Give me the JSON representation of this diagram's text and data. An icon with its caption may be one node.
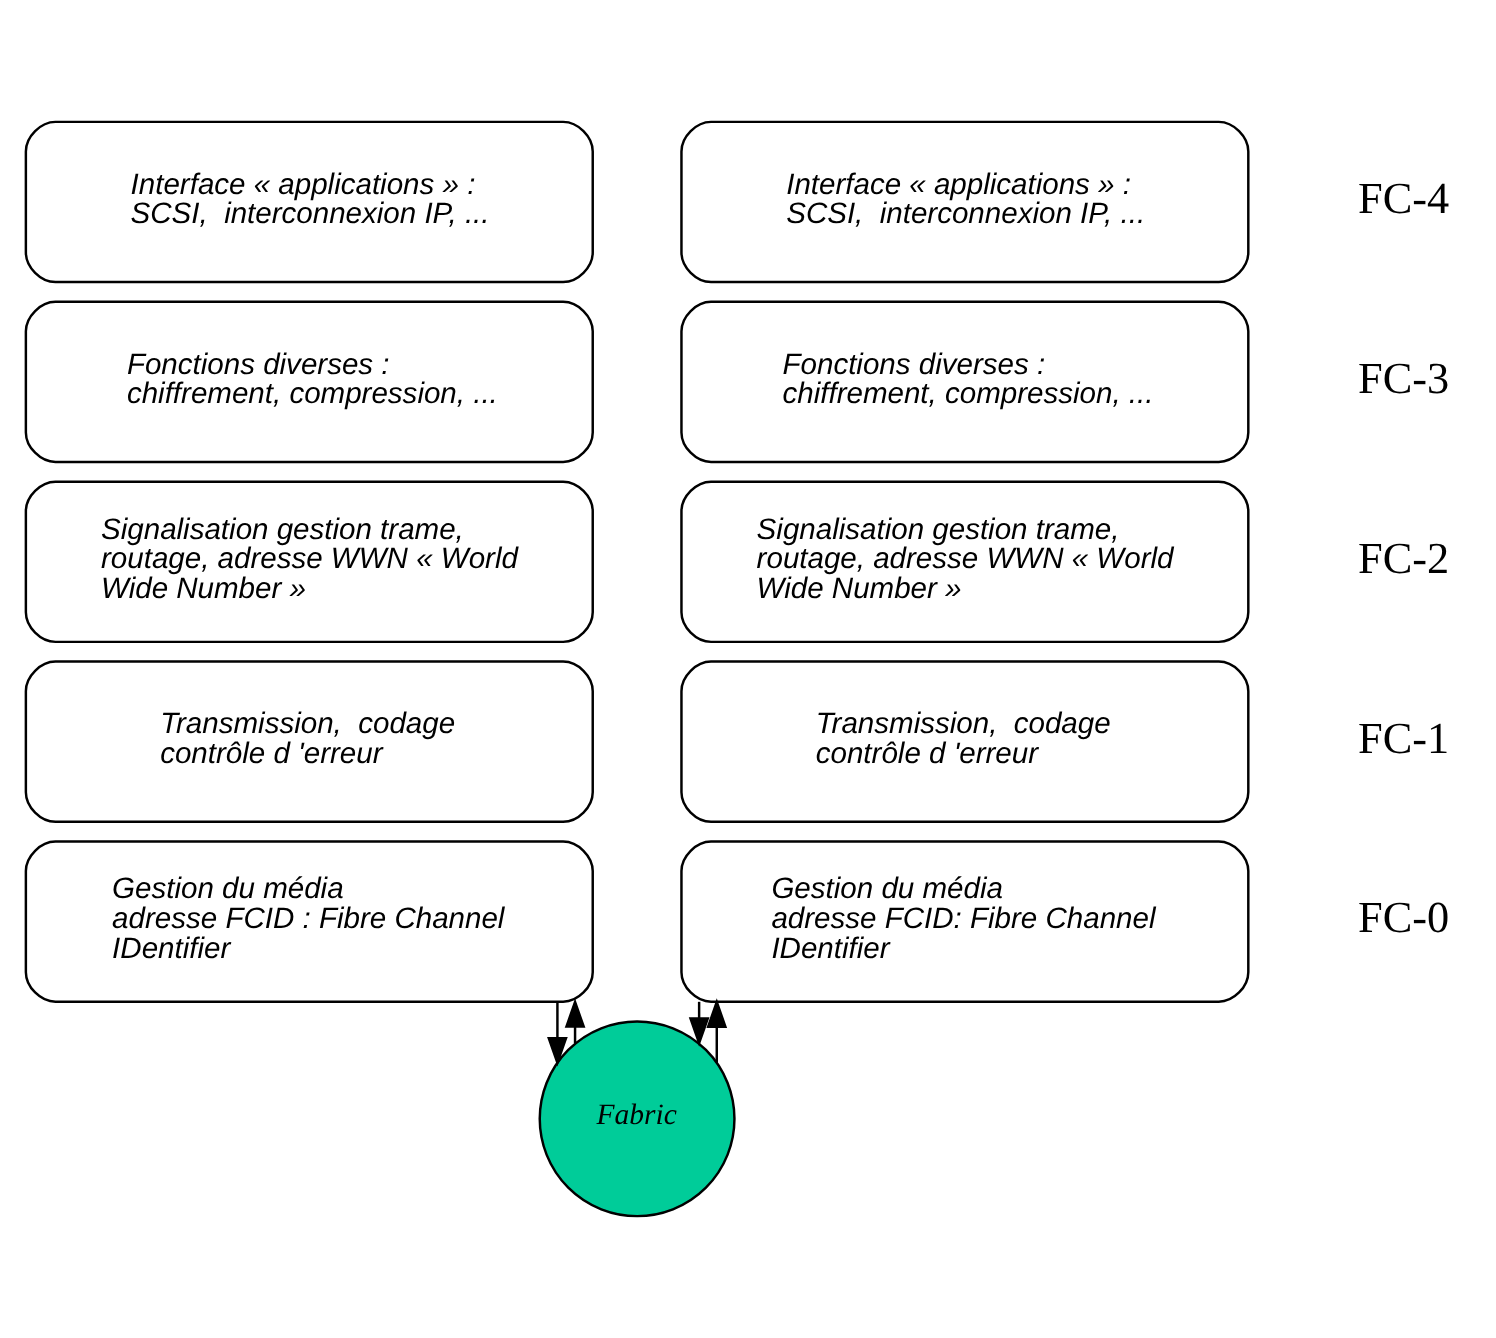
{
  "diagram": {
    "nodes": [
      {
        "text": [
          "Interface « applications » :",
          "SCSI,  interconnexion IP, ..."
        ]
      },
      {
        "text": [
          "Fonctions diverses :",
          "chiffrement, compression, ..."
        ]
      },
      {
        "text": [
          "Signalisation gestion trame, routage, adresse WWN « World Wide Number »"
        ]
      },
      {
        "text": [
          "Transmission,  codage",
          "contrôle d 'erreur"
        ]
      },
      {
        "text": [
          "Gestion du média",
          "adresse FCID : Fibre Channel IDentifier"
        ]
      },
      {
        "text": [
          "Interface « applications » :",
          "SCSI,  interconnexion IP, ..."
        ],
        "beside": [
          "FC-4"
        ]
      },
      {
        "text": [
          "Fonctions diverses :",
          "chiffrement, compression, ..."
        ],
        "beside": [
          "FC-3"
        ]
      },
      {
        "text": [
          "Signalisation gestion trame, routage, adresse WWN « World Wide Number »"
        ],
        "beside": [
          "FC-2"
        ]
      },
      {
        "text": [
          "Transmission,  codage",
          "contrôle d 'erreur"
        ],
        "beside": [
          "FC-1"
        ]
      },
      {
        "text": [
          "Gestion du média",
          "adresse FCID: Fibre Channel IDentifier"
        ],
        "beside": [
          "FC-0"
        ]
      },
      {
        "text": [
          "Fabric"
        ]
      }
    ],
    "edges": [
      {
        "from": 4,
        "to": 10,
        "arrow": "to"
      },
      {
        "from": 10,
        "to": 9,
        "arrow": "to"
      },
      {
        "from": 9,
        "to": 10,
        "arrow": "to"
      },
      {
        "from": 10,
        "to": 4,
        "arrow": "to"
      }
    ]
  }
}
